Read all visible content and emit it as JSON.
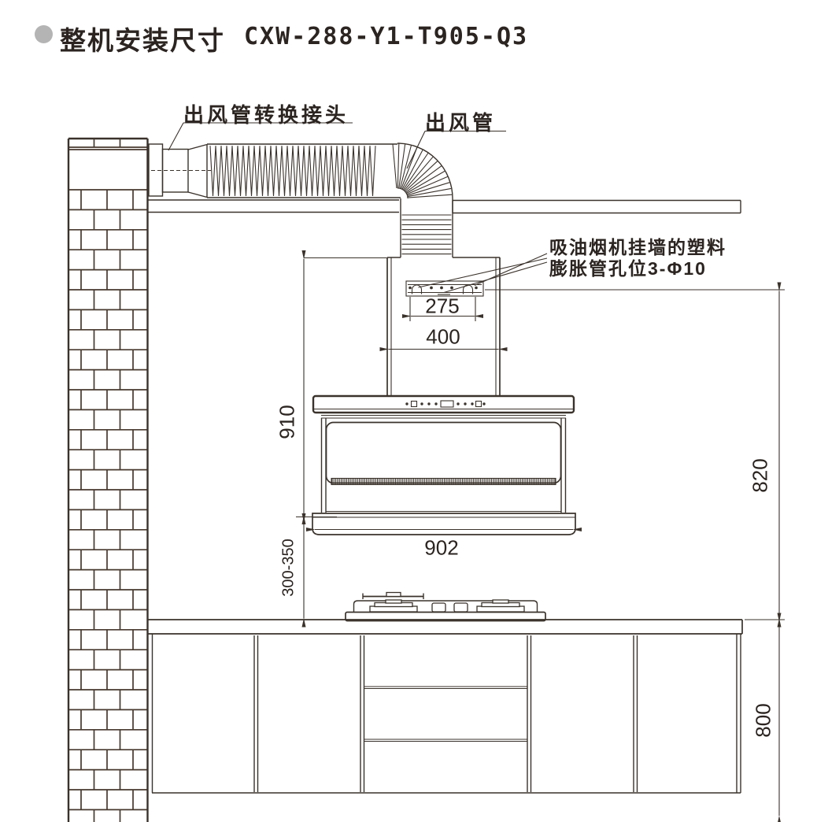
{
  "title": {
    "text": "整机安装尺寸",
    "model": "CXW-288-Y1-T905-Q3"
  },
  "labels": {
    "duct_adapter": "出风管转换接头",
    "duct": "出风管",
    "mount_holes_line1": "吸油烟机挂墙的塑料",
    "mount_holes_line2": "膨胀管孔位3-Φ10"
  },
  "dimensions": {
    "bracket_hole_span": "275",
    "chimney_width": "400",
    "hood_height": "910",
    "hood_width": "902",
    "hood_to_cooktop": "300-350",
    "holes_to_counter": "820",
    "counter_height": "800"
  },
  "colors": {
    "line": "#3a322b",
    "wall": "#47392e",
    "bullet": "#b4b4b4"
  }
}
